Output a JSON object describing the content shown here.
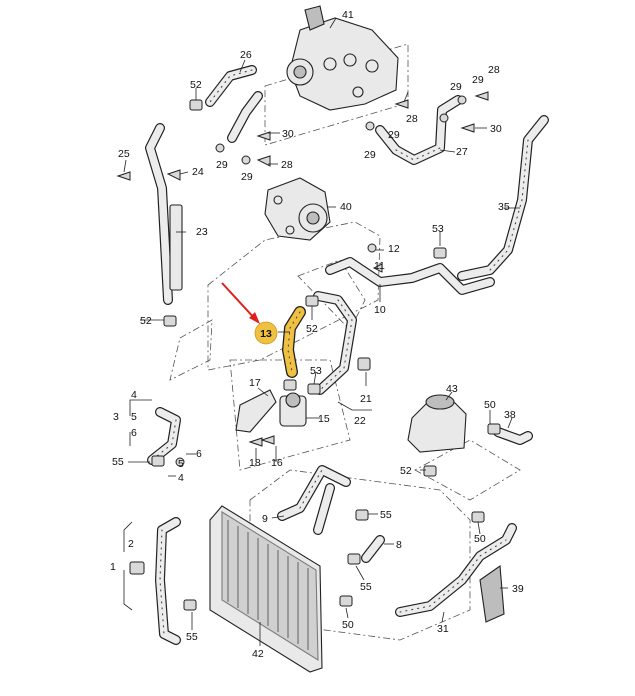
{
  "diagram": {
    "highlight_label": "13",
    "highlight_color": "#f0c040",
    "highlight_part_color": "#f0c040",
    "arrow_color": "#e0201c",
    "labels": {
      "p41": "41",
      "p26": "26",
      "p52a": "52",
      "p28a": "28",
      "p29a": "29",
      "p29b": "29",
      "p28b": "28",
      "p29c": "29",
      "p30a": "30",
      "p25": "25",
      "p29d": "29",
      "p24": "24",
      "p29e": "29",
      "p28c": "28",
      "p29f": "29",
      "p27": "27",
      "p30b": "30",
      "p35": "35",
      "p23": "23",
      "p40": "40",
      "p12": "12",
      "p53a": "53",
      "p11": "11",
      "p52b": "52",
      "p10": "10",
      "p52c": "52",
      "p13": "13",
      "p53b": "53",
      "p17": "17",
      "p21": "21",
      "p22": "22",
      "p43": "43",
      "p4": "4",
      "p3": "3",
      "p5a": "5",
      "p6a": "6",
      "p15": "15",
      "p50a": "50",
      "p38": "38",
      "p55a": "55",
      "p5b": "5",
      "p6b": "6",
      "p4b": "4",
      "p18": "18",
      "p16": "16",
      "p52d": "52",
      "p9": "9",
      "p55b": "55",
      "p8": "8",
      "p50b": "50",
      "p2": "2",
      "p1": "1",
      "p55c": "55",
      "p39": "39",
      "p55d": "55",
      "p50c": "50",
      "p31": "31",
      "p42": "42"
    }
  }
}
